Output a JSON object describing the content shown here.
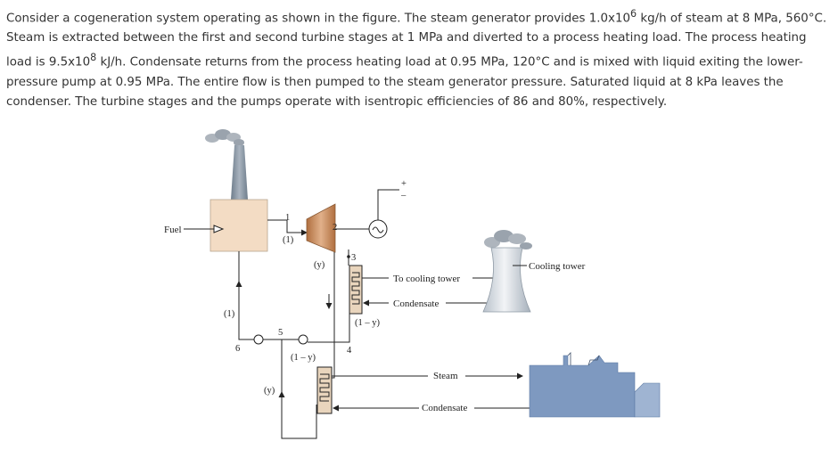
{
  "problem": {
    "seg1": "Consider a cogeneration system operating as shown in the figure. The steam generator provides 1.0x10",
    "seg1_sup": "6",
    "seg2": " kg/h of steam at 8 MPa, 560°C. Steam is extracted between the first and second turbine stages at 1 MPa and diverted to a process heating load.  The process heating load is 9.5x10",
    "seg2_sup": "8",
    "seg3": " kJ/h.  Condensate returns from the process heating load at 0.95 MPa, 120°C and is mixed with liquid exiting the lower-pressure pump at 0.95 MPa. The entire flow is then pumped to the steam generator pressure. Saturated liquid at 8 kPa leaves the condenser. The turbine stages and the pumps operate with isentropic efficiencies of 86 and 80%, respectively."
  },
  "diagram": {
    "fuel": "Fuel",
    "state_1": "1",
    "state_2": "2",
    "state_3": "3",
    "state_4": "4",
    "state_5": "5",
    "state_6": "6",
    "flow_1": "(1)",
    "flow_1_left": "(1)",
    "flow_y_turbine": "(y)",
    "flow_1my_condenser": "(1 – y)",
    "flow_1my_pump": "(1 – y)",
    "flow_y_return": "(y)",
    "generator_plus": "+",
    "generator_minus": "–",
    "to_cooling_tower": "To cooling tower",
    "condensate_cooling": "Condensate",
    "cooling_tower": "Cooling tower",
    "steam": "Steam",
    "condensate_process": "Condensate"
  },
  "colors": {
    "boiler": "#f3dcc4",
    "stack": "#8a97a5",
    "smoke": "#aeb5bd",
    "turbine": "#c98e5f",
    "cooling_tower": "#c8d0d8",
    "factory": "#7e99c0",
    "hx_fill": "#e9d5bd",
    "line": "#222222"
  }
}
